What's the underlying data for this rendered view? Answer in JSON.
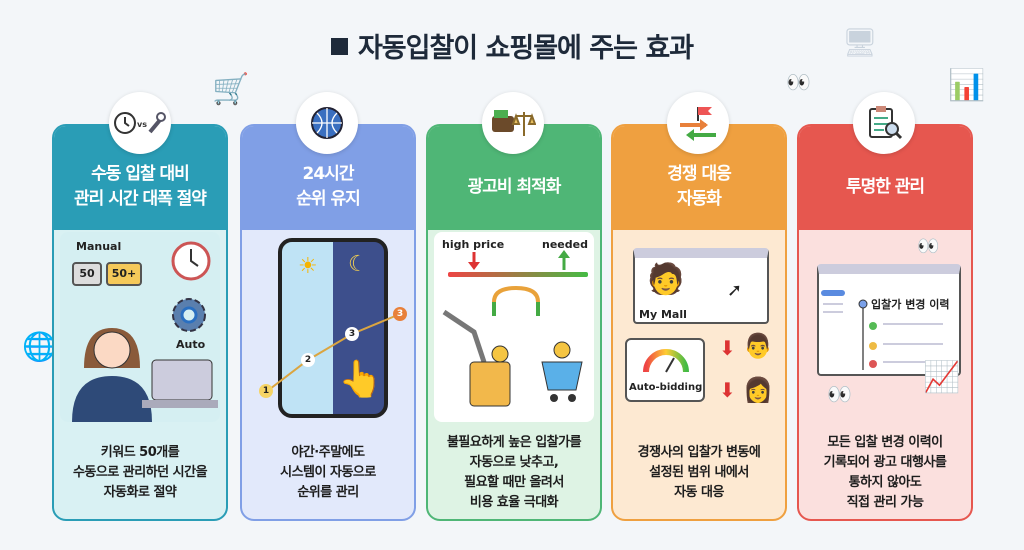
{
  "title": "자동입찰이 쇼핑몰에 주는 효과",
  "cards": [
    {
      "heading": "수동 입찰 대비\n관리 시간 대폭 절약",
      "icon": "clock-vs-wrench-icon",
      "badge_text": "vs",
      "labels": {
        "manual": "Manual",
        "tag1": "50",
        "tag2": "50+",
        "auto": "Auto"
      },
      "desc": "키워드 50개를\n수동으로 관리하던 시간을\n자동화로 절약",
      "color": "#2a9db6",
      "bg": "#d9f1f3"
    },
    {
      "heading": "24시간\n순위 유지",
      "icon": "globe-clock-icon",
      "labels": {
        "r1": "1",
        "r2": "2",
        "r3": "3",
        "r4": "3"
      },
      "desc": "야간·주말에도\n시스템이 자동으로\n순위를 관리",
      "color": "#809fe6",
      "bg": "#e2e9fb"
    },
    {
      "heading": "광고비 최적화",
      "icon": "wallet-scale-icon",
      "labels": {
        "high": "high price",
        "needed": "needed"
      },
      "desc": "불필요하게 높은 입찰가를\n자동으로 낮추고,\n필요할 때만 올려서\n비용 효율 극대화",
      "color": "#4fb676",
      "bg": "#def3e4"
    },
    {
      "heading": "경쟁 대응\n자동화",
      "icon": "flag-arrows-icon",
      "labels": {
        "mall": "My Mall",
        "bidding": "Auto-bidding"
      },
      "desc": "경쟁사의 입찰가 변동에\n설정된 범위 내에서\n자동 대응",
      "color": "#efa040",
      "bg": "#fde9d2"
    },
    {
      "heading": "투명한 관리",
      "icon": "clipboard-magnifier-icon",
      "labels": {
        "history": "입찰가 변경 이력"
      },
      "desc": "모든 입찰 변경 이력이\n기록되어 광고 대행사를\n통하지 않아도\n직접 관리 가능",
      "color": "#e6574f",
      "bg": "#fbe0de"
    }
  ]
}
